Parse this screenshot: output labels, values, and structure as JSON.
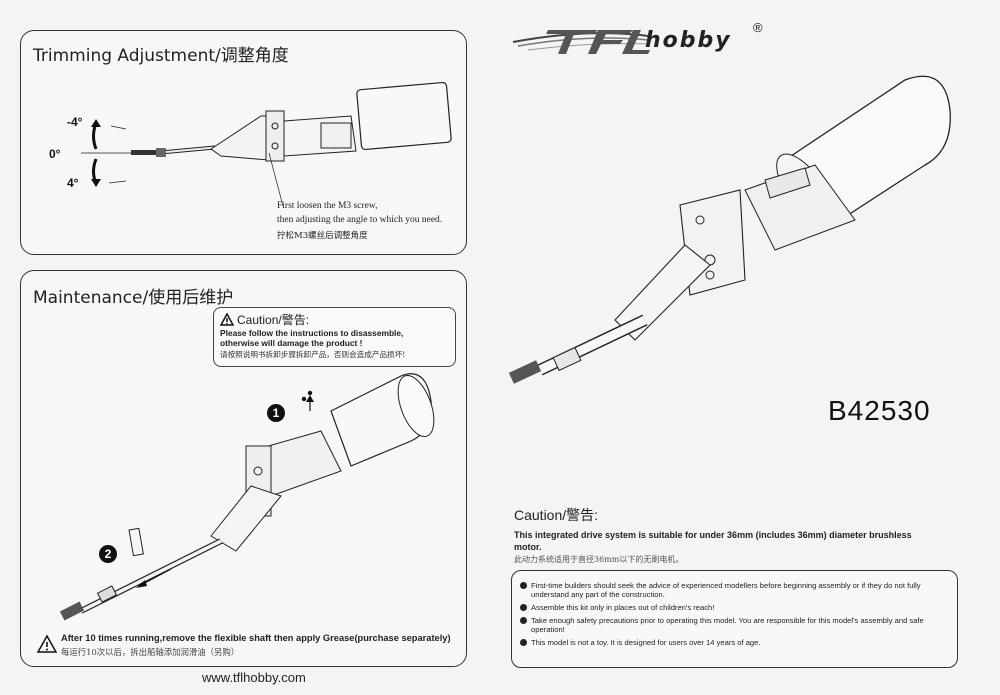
{
  "trimming": {
    "title": "Trimming Adjustment/调整角度",
    "angle_up": "-4°",
    "angle_zero": "0°",
    "angle_down": "4°",
    "note_line1": "First loosen the M3 screw,",
    "note_line2": "then adjusting the angle to which you need.",
    "note_line3": "拧松M3螺丝后调整角度"
  },
  "maintenance": {
    "title": "Maintenance/使用后维护",
    "caution_title": "Caution/警告:",
    "caution_line1": "Please follow the instructions to disassemble,",
    "caution_line2": "otherwise will damage the product !",
    "caution_cn": "请按照说明书拆卸步骤拆卸产品，否则会造成产品损坏!",
    "step1": "1",
    "step2": "2",
    "note_en": "After 10 times running,remove the flexible shaft then apply Grease(purchase separately)",
    "note_cn": "每运行10次以后，拆出船轴添加润滑油（另购）"
  },
  "website": "www.tflhobby.com",
  "logo": {
    "text": "hobby",
    "reg": "®"
  },
  "model_number": "B42530",
  "caution_right": {
    "title": "Caution/警告:",
    "body_line1": "This integrated drive system is suitable for under 36mm (includes 36mm) diameter brushless",
    "body_line2": "motor.",
    "cn": "此动力系统适用于直径36mm以下的无刷电机。"
  },
  "rules": [
    "First-time builders should seek the advice of experienced modellers before beginning assembly or if they do not fully understand any part of the construction.",
    "Assemble this kit only in places out of children's reach!",
    "Take enough safety precautions prior to operating this model.  You are responsible for this model's assembly and safe operation!",
    "This model is not a toy.  It is designed for users over 14 years of age."
  ]
}
